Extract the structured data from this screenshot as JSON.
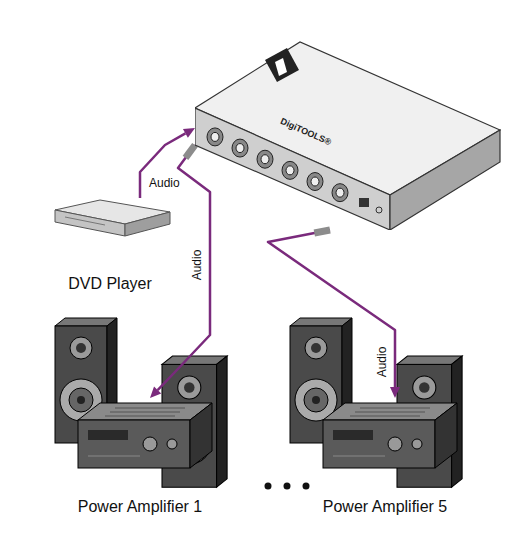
{
  "diagram": {
    "nodes": [
      {
        "text": [
          "DigiTOOLS®"
        ]
      },
      {
        "text": [
          "DVD Player"
        ]
      },
      {
        "text": [
          "Power Amplifier 1"
        ]
      },
      {
        "text": [
          "Power Amplifier 5"
        ]
      }
    ],
    "edges": [
      {
        "from": 1,
        "to": 0,
        "arrow": "to",
        "label": "Audio"
      },
      {
        "from": 0,
        "to": 2,
        "arrow": "to",
        "label": "Audio"
      },
      {
        "from": 0,
        "to": 3,
        "arrow": "to",
        "label": "Audio"
      }
    ]
  }
}
